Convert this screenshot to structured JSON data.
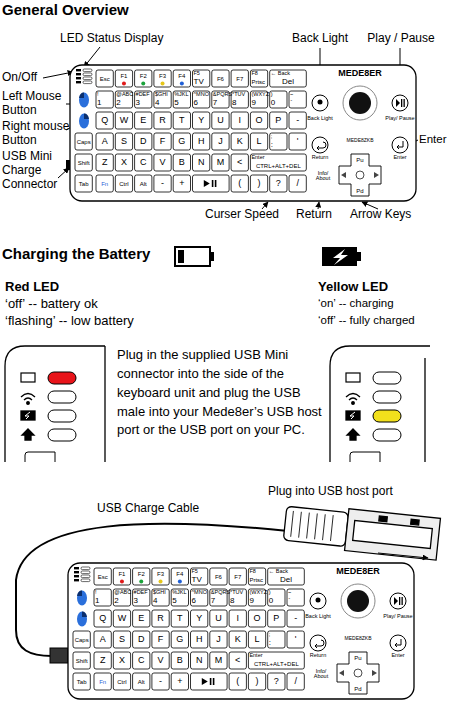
{
  "diagram": {
    "title": "General Overview",
    "labels": [
      "LED Status Display",
      "Back Light",
      "Play / Pause",
      "On/Off",
      "Left Mouse Button",
      "Right mouse Button",
      "USB Mini Charge Connector",
      "Enter",
      "Curser Speed",
      "Return",
      "Arrow Keys",
      "Charging the Battery",
      "Red LED",
      "‘off’  -- battery ok",
      "‘flashing’ --  low battery",
      "Yellow LED",
      "‘on’  -- charging",
      "‘off’  -- fully charged",
      "Plug in the supplied USB Mini connector into the side of the keyboard unit and plug the USB male into your Mede8er’s USB host port or the USB port on your PC.",
      "USB Charge Cable",
      "Plug into USB host port",
      "Esc",
      "F1",
      "F2",
      "F3",
      "F4",
      "F5",
      "TV",
      "F6",
      "F7",
      "F8",
      "Prtsc",
      "← Back",
      "Del",
      "!",
      "1",
      "@ABC",
      "2",
      "#DEF",
      "3",
      "$GHI",
      "4",
      "%JKL",
      "5",
      "^MNO",
      "6",
      "&PQRS",
      "7",
      "*TUV",
      "8",
      "(WXYZ",
      "9",
      ")",
      "0",
      "~",
      "`",
      "Q",
      "W",
      "E",
      "R",
      "T",
      "Y",
      "U",
      "I",
      "O",
      "P",
      "-",
      "Caps",
      "A",
      "S",
      "D",
      "F",
      "G",
      "H",
      "J",
      "K",
      "L",
      ";",
      ":",
      "'",
      "Shift",
      "Z",
      "X",
      "C",
      "V",
      "B",
      "N",
      "M",
      "<",
      "Enter",
      "CTRL+ALT+DEL",
      "Tab",
      "Fn",
      "Ctrl",
      "Alt",
      "-",
      "+",
      "(",
      ")",
      "?",
      "/",
      "MEDE8ER",
      "Back Light",
      "Play/ Pause",
      "MEDE8ZKB",
      "Return",
      "Enter",
      "Info/ About",
      "Pu",
      "Pd",
      "Esc",
      "F1",
      "F2",
      "F3",
      "F4",
      "F5",
      "TV",
      "F6",
      "F7",
      "F8",
      "Prtsc",
      "← Back",
      "Del",
      "!",
      "1",
      "@ABC",
      "2",
      "#DEF",
      "3",
      "$GHI",
      "4",
      "%JKL",
      "5",
      "^MNO",
      "6",
      "&PQRS",
      "7",
      "*TUV",
      "8",
      "(WXYZ",
      "9",
      ")",
      "0",
      "~",
      "`",
      "Q",
      "W",
      "E",
      "R",
      "T",
      "Y",
      "U",
      "I",
      "O",
      "P",
      "-",
      "Caps",
      "A",
      "S",
      "D",
      "F",
      "G",
      "H",
      "J",
      "K",
      "L",
      ";",
      ":",
      "'",
      "Shift",
      "Z",
      "X",
      "C",
      "V",
      "B",
      "N",
      "M",
      "<",
      "Enter",
      "CTRL+ALT+DEL",
      "Tab",
      "Fn",
      "Ctrl",
      "Alt",
      "-",
      "+",
      "(",
      ")",
      "?",
      "/",
      "MEDE8ER",
      "Back Light",
      "Play/ Pause",
      "MEDE8ZKB",
      "Return",
      "Enter",
      "Info/ About",
      "Pu",
      "Pd"
    ]
  }
}
